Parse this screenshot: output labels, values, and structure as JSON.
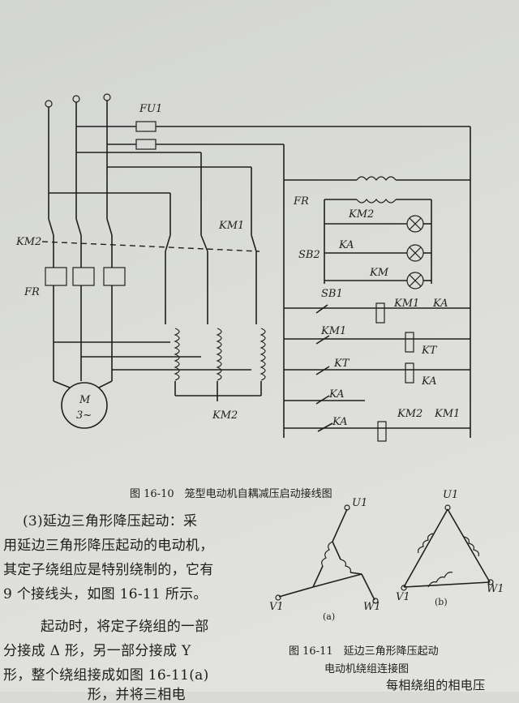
{
  "fig_16_10": {
    "caption": "图 16-10　笼型电动机自耦减压启动接线图",
    "labels": {
      "fu1": "FU1",
      "km2_left": "KM2",
      "fr_left": "FR",
      "km1_top": "KM1",
      "motor_m": "M",
      "motor_phase": "3~",
      "km2_bottom": "KM2",
      "fr_ctrl": "FR",
      "km2_ctrl": "KM2",
      "ka_1": "KA",
      "km_ctrl": "KM",
      "sb2": "SB2",
      "sb1": "SB1",
      "km1_coil": "KM1",
      "ka_coil_contact": "KA",
      "km1_aux": "KM1",
      "kt_coil": "KT",
      "kt_contact": "KT",
      "ka_coil": "KA",
      "ka_2": "KA",
      "ka_3": "KA",
      "km2_coil_contact": "KM2",
      "km1_last": "KM1"
    }
  },
  "fig_16_11": {
    "caption_line1": "图 16-11　延边三角形降压起动",
    "caption_line2": "电动机绕组连接图",
    "a_label": "(a)",
    "b_label": "(b)",
    "a_u": "U1",
    "a_v": "V1",
    "a_w": "W1",
    "b_u": "U1",
    "b_v": "V1",
    "b_w": "W1"
  },
  "text": {
    "line1": "(3)延边三角形降压起动：采",
    "line2": "用延边三角形降压起动的电动机，",
    "line3": "其定子绕组应是特别绕制的，它有",
    "line4": "9 个接线头，如图 16-11 所示。",
    "line5": "起动时，将定子绕组的一部",
    "line6": "分接成 Δ 形，另一部分接成 Y",
    "line7": "形，整个绕组接成如图 16-11(a)",
    "line8": "　　　　　　形，并将三相电",
    "line9": "每相绕组的相电压"
  }
}
